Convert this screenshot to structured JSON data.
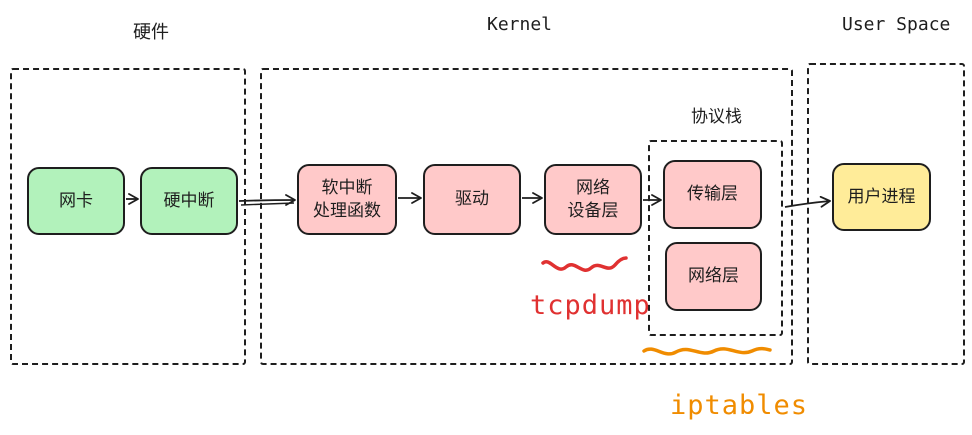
{
  "sections": {
    "hardware": "硬件",
    "kernel": "Kernel",
    "user_space": "User Space"
  },
  "protocol_stack_label": "协议栈",
  "nodes": {
    "nic": "网卡",
    "hard_irq": "硬中断",
    "softirq_handler": "软中断\n处理函数",
    "driver": "驱动",
    "net_device_layer": "网络\n设备层",
    "transport_layer": "传输层",
    "network_layer": "网络层",
    "user_process": "用户进程"
  },
  "tools": {
    "tcpdump": "tcpdump",
    "iptables": "iptables"
  },
  "colors": {
    "hardware_node": "#b2f2bb",
    "kernel_node": "#ffc9c9",
    "user_node": "#ffec99",
    "tcpdump": "#e03131",
    "iptables": "#f08c00"
  }
}
